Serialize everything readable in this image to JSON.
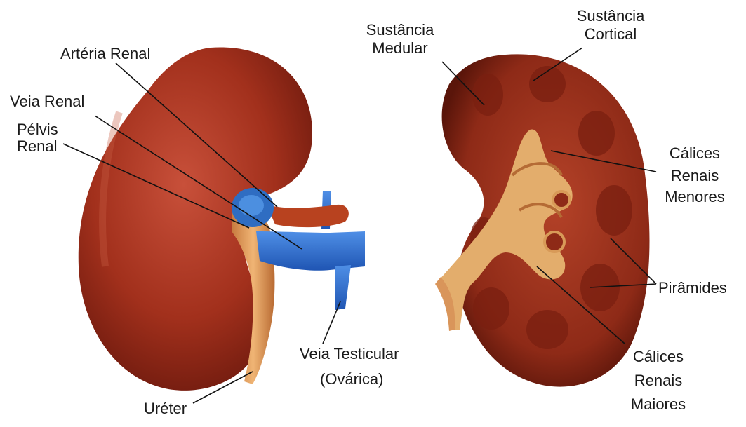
{
  "labels": {
    "arteria_renal": "Artéria Renal",
    "veia_renal": "Veia Renal",
    "pelvis_line1": "Pélvis",
    "pelvis_line2": "Renal",
    "ureter": "Uréter",
    "veia_testicular_line1": "Veia Testicular",
    "veia_testicular_line2": "(Ovárica)",
    "medular_line1": "Sustância",
    "medular_line2": "Medular",
    "cortical_line1": "Sustância",
    "cortical_line2": "Cortical",
    "calices_menores_line1": "Cálices",
    "calices_menores_line2": "Renais",
    "calices_menores_line3": "Menores",
    "piramides": "Pirâmides",
    "calices_maiores_line1": "Cálices",
    "calices_maiores_line2": "Renais",
    "calices_maiores_line3": "Maiores"
  },
  "colors": {
    "kidney": "#a8321f",
    "kidney_dark": "#6e1a0e",
    "vein": "#2d6fd0",
    "artery": "#b8421f",
    "ureter": "#d9955a",
    "pelvis_fill": "#e7b06a",
    "cortex": "#9c2e1a"
  }
}
